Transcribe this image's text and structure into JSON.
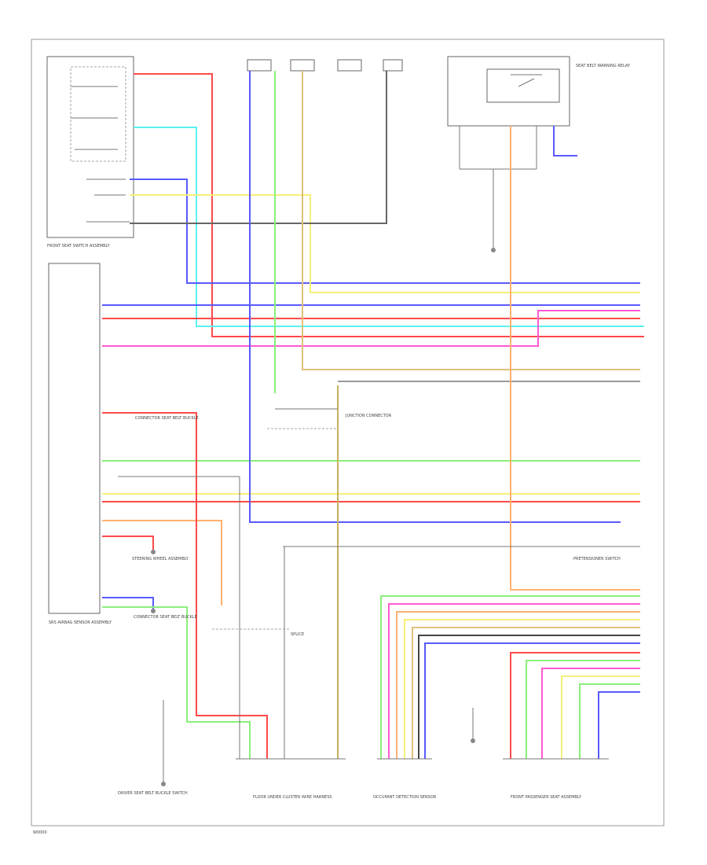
{
  "page_code": "W0000",
  "colors": {
    "red": "#ff4a4a",
    "pink": "#ff5ad2",
    "cyan": "#5cf0f0",
    "blue": "#5a5aff",
    "yellow": "#f5f07a",
    "green": "#8af07a",
    "orange": "#ffb070",
    "tan": "#e0c07a",
    "gray": "#9a9a9a",
    "black": "#444444"
  },
  "labels": {
    "top_switch": "FRONT SEAT SWITCH ASSEMBLY",
    "ecu": "SRS AIRBAG SENSOR ASSEMBLY",
    "relay": "SEAT BELT WARNING RELAY",
    "left_conn_1": "CONNECTOR SEAT BELT BUCKLE",
    "left_conn_2": "STEERING WHEEL ASSEMBLY",
    "left_conn_3": "CONNECTOR SEAT BELT BUCKLE",
    "center_junction": "JUNCTION CONNECTOR",
    "center_splice": "SPLICE",
    "pretensioner": "PRETENSIONER SWITCH",
    "left_bottom": "DRIVER SEAT BELT BUCKLE SWITCH",
    "bottom_1": "FLOOR UNDER CLUSTER WIRE HARNESS",
    "bottom_2": "OCCUPANT DETECTION SENSOR",
    "bottom_3": "FRONT PASSENGER SEAT ASSEMBLY"
  }
}
